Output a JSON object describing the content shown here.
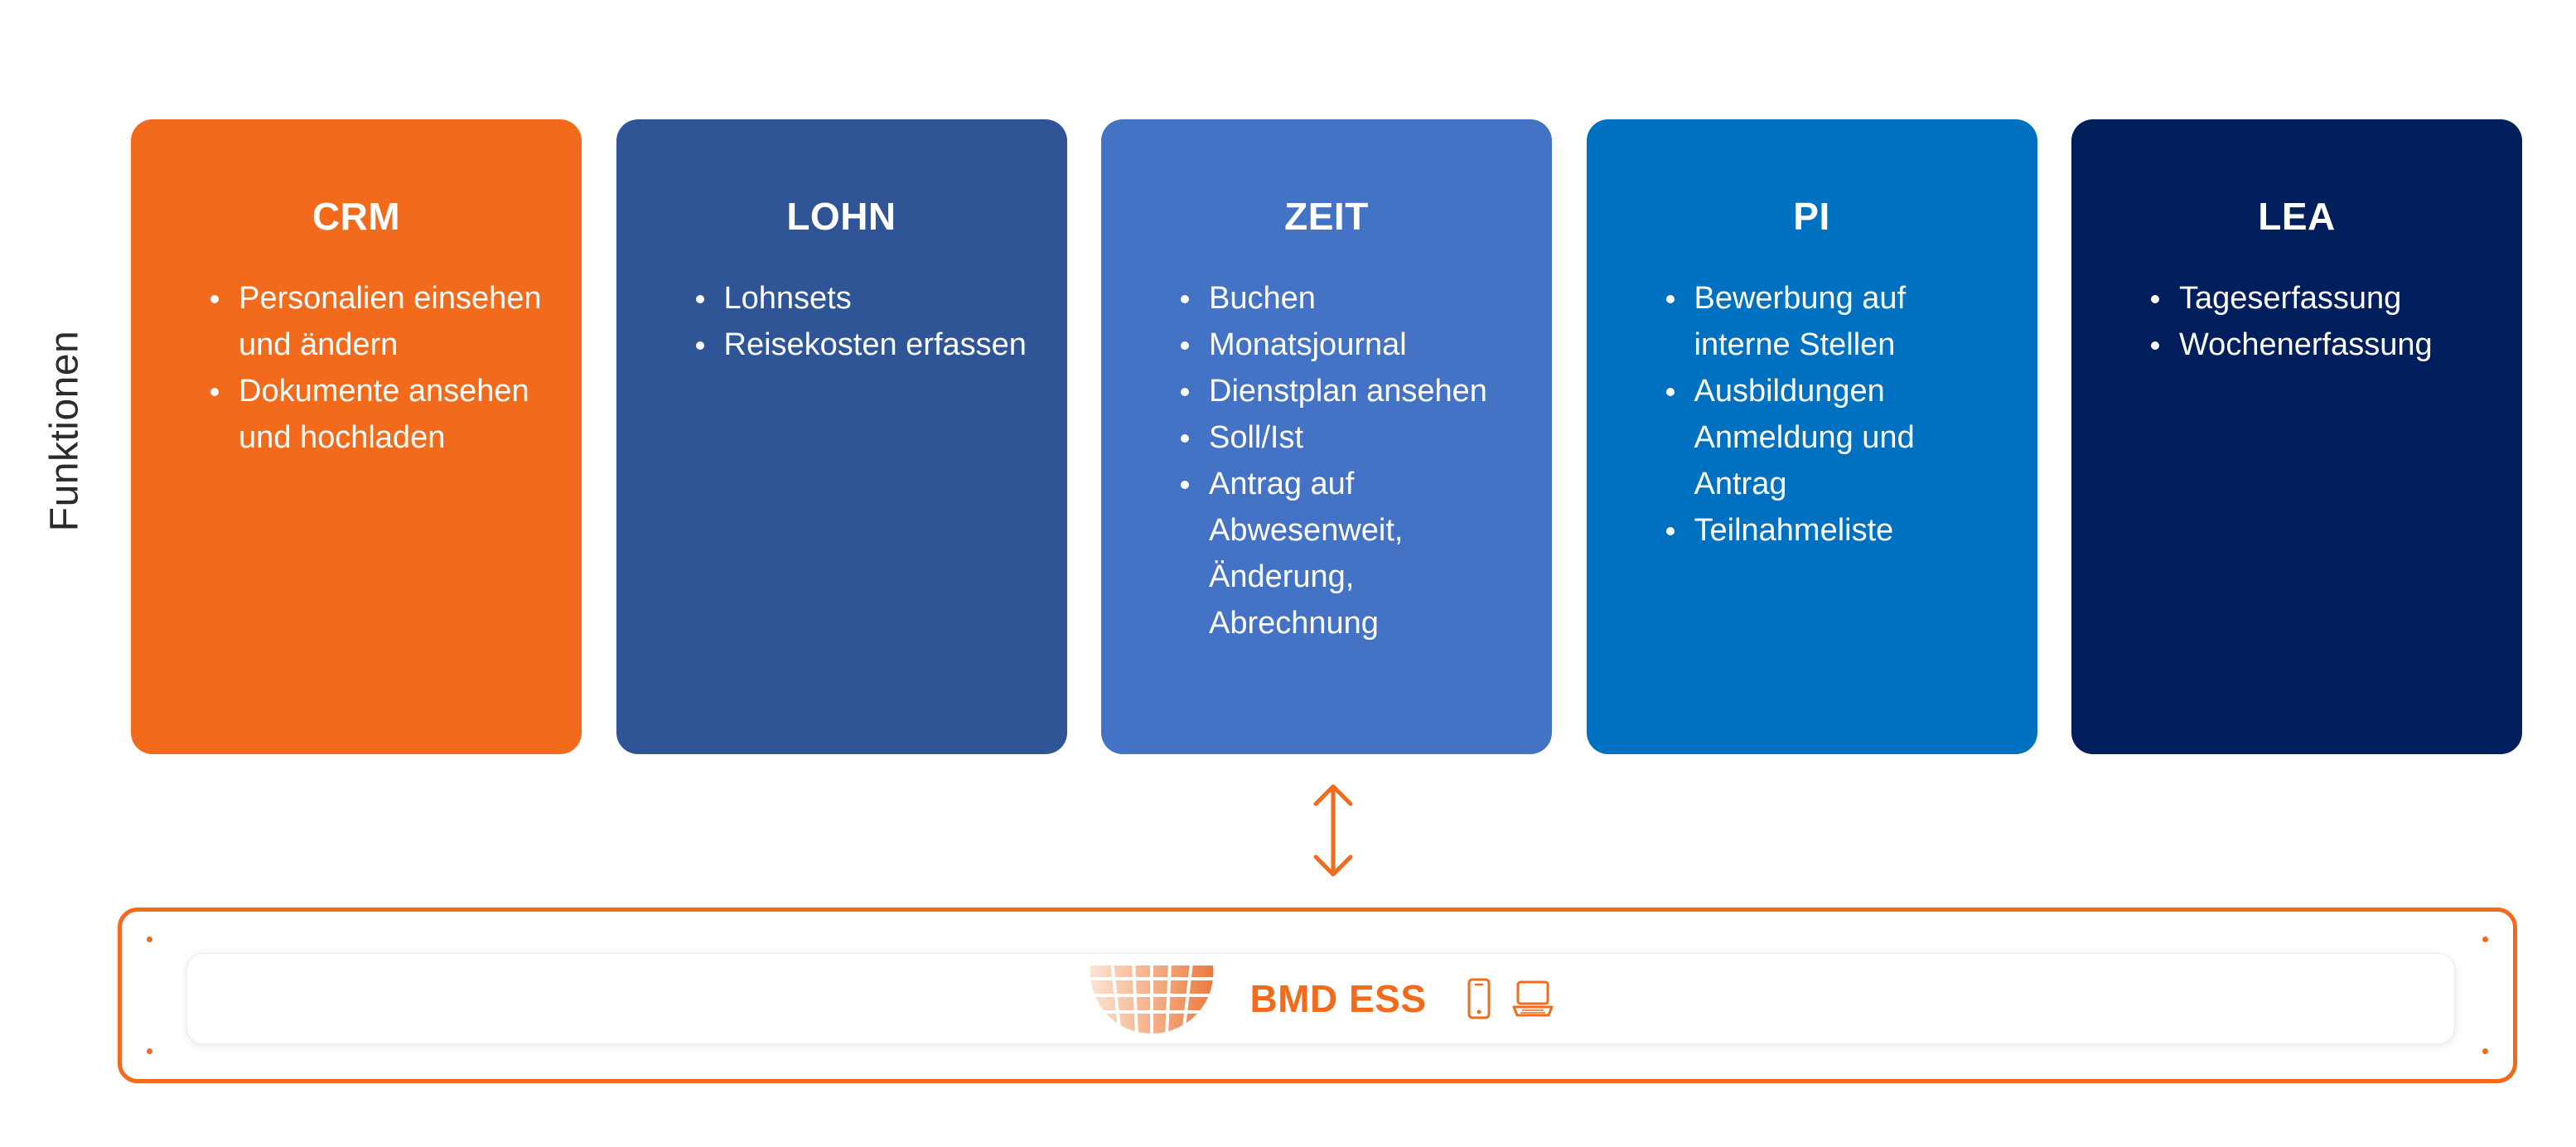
{
  "side_label": "Funktionen",
  "cards": [
    {
      "title": "CRM",
      "color": "#f26a1b",
      "items": [
        "Personalien einsehen und ändern",
        "Dokumente ansehen und hochladen"
      ]
    },
    {
      "title": "LOHN",
      "color": "#2f5597",
      "items": [
        "Lohnsets",
        "Reisekosten erfassen"
      ]
    },
    {
      "title": "ZEIT",
      "color": "#4472c4",
      "items": [
        "Buchen",
        "Monatsjournal",
        "Dienstplan ansehen",
        "Soll/Ist",
        "Antrag auf Abwesenweit, Änderung, Abrechnung"
      ]
    },
    {
      "title": "PI",
      "color": "#0070c0",
      "items": [
        "Bewerbung auf interne Stellen",
        "Ausbildungen Anmeldung und Antrag",
        "Teilnahmeliste"
      ]
    },
    {
      "title": "LEA",
      "color": "#001f5c",
      "items": [
        "Tageserfassung",
        "Wochenerfassung"
      ]
    }
  ],
  "ess": {
    "label": "BMD ESS",
    "accent_color": "#f26a1b",
    "icons": [
      "globe-logo",
      "phone-icon",
      "laptop-icon"
    ]
  }
}
